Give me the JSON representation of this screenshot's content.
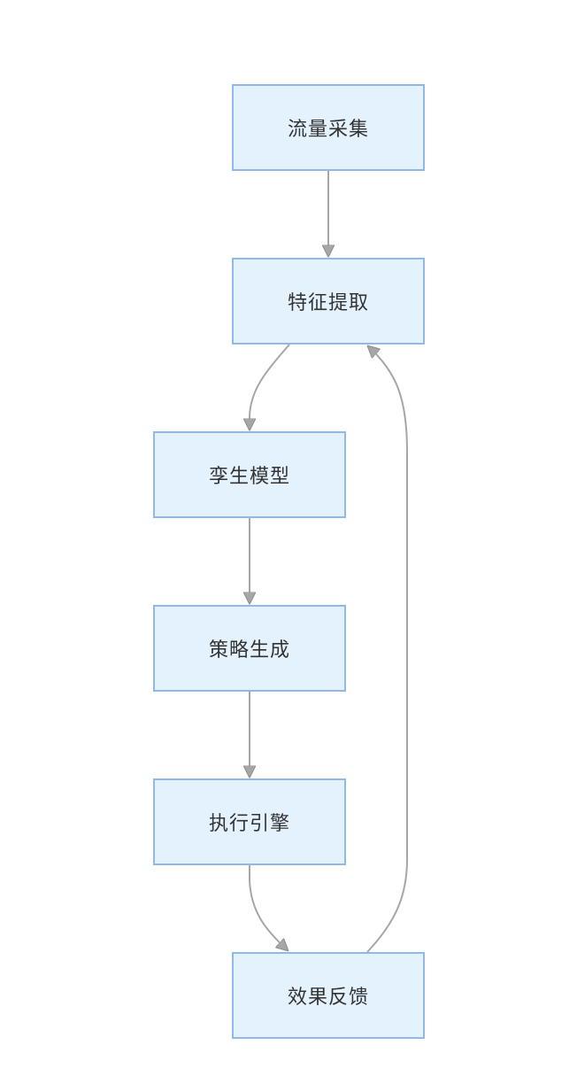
{
  "nodes": [
    {
      "id": "n1",
      "label": "流量采集"
    },
    {
      "id": "n2",
      "label": "特征提取"
    },
    {
      "id": "n3",
      "label": "孪生模型"
    },
    {
      "id": "n4",
      "label": "策略生成"
    },
    {
      "id": "n5",
      "label": "执行引擎"
    },
    {
      "id": "n6",
      "label": "效果反馈"
    }
  ],
  "edges": [
    {
      "from": "n1",
      "to": "n2"
    },
    {
      "from": "n2",
      "to": "n3"
    },
    {
      "from": "n3",
      "to": "n4"
    },
    {
      "from": "n4",
      "to": "n5"
    },
    {
      "from": "n5",
      "to": "n6"
    },
    {
      "from": "n6",
      "to": "n2"
    }
  ],
  "colors": {
    "node_fill": "#e3f2fd",
    "node_border": "#90b8e8",
    "edge": "#a6a6a6",
    "text": "#333333"
  }
}
